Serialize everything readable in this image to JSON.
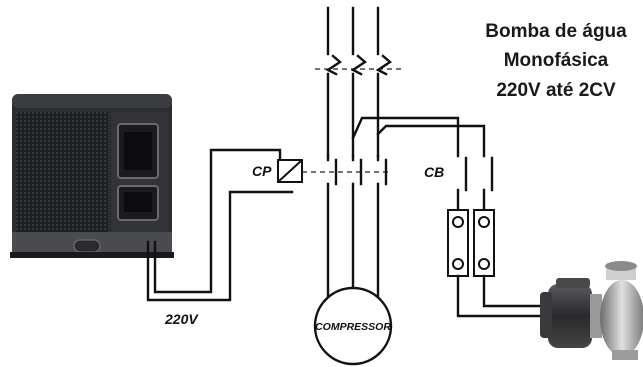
{
  "title": {
    "line1": "Bomba de água",
    "line2": "Monofásica",
    "line3": "220V até 2CV"
  },
  "labels": {
    "cp": "CP",
    "cb": "CB",
    "supply": "220V",
    "compressor": "COMPRESSOR"
  },
  "colors": {
    "wire": "#111111",
    "unit_body": "#2b2b2e",
    "pump_body": "#3a3a3c",
    "pump_steel": "#b8b8b8"
  },
  "icons": {
    "heat_pump": "heat-pump-unit",
    "water_pump": "centrifugal-water-pump",
    "motor": "compressor-motor-circle"
  }
}
